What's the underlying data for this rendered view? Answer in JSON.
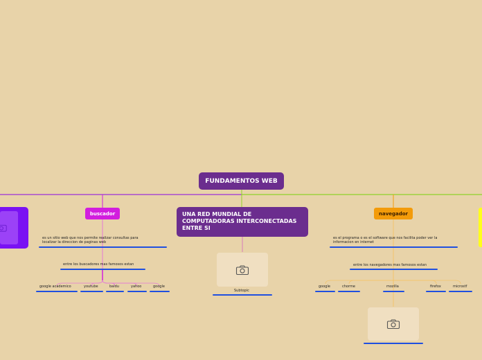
{
  "central": {
    "title": "FUNDAMENTOS WEB"
  },
  "main_topic": {
    "title": "UNA RED MUNDIAL DE COMPUTADORAS INTERCONECTADAS ENTRE SI"
  },
  "buscador": {
    "label": "buscador",
    "desc_line1": "es un sitio web que nos permite realizar consultas para",
    "desc_line2": "localizar  la direccion de paginas web",
    "subheading": "entre los buscadores mas famosos estan",
    "items": [
      "google academico",
      "youtube",
      "baidu",
      "yahoo",
      "google"
    ]
  },
  "subtopic": {
    "label": "Subtopic"
  },
  "navegador": {
    "label": "navegador",
    "desc_line1": "es el programa o es el software que nos facilita poder ver la",
    "desc_line2": "informacion en internet",
    "subheading": "entre los navegadores mas famosos estan",
    "items": [
      "google",
      "chorme",
      "mozilla",
      "firefox",
      "microstf"
    ]
  },
  "colors": {
    "central": "#6b2d8e",
    "buscador": "#d21ede",
    "navegador": "#f39b0a",
    "left_branch": "#7a12f3",
    "right_branch": "#ffff1a",
    "underline": "#1f4fe0",
    "background": "#e8d3a9"
  },
  "icons": [
    "camera-icon"
  ]
}
